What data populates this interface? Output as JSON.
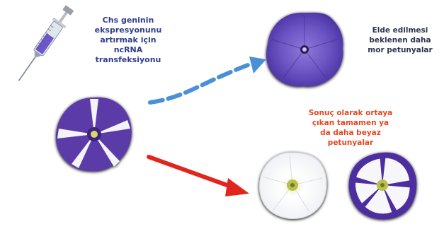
{
  "labels": {
    "top": "Chs geninin\nekspresyonunu\nartırmak için\nncRNA\ntransfeksiyonu",
    "right": "Elde edilmesi\nbeklenen daha\nmor petunyalar",
    "result": "Sonuç olarak ortaya\nçıkan tamamen ya\nda daha beyaz\npetunyalar"
  },
  "colors": {
    "purple": "#5a3aa8",
    "purple_dark": "#3d2380",
    "petal_white": "#f7f7fb",
    "blue_arrow": "#4a90d9",
    "red_arrow": "#e0261d",
    "result_text": "#e8461f",
    "syringe_liquid": "#6c56c8"
  },
  "icons": {
    "syringe": "syringe-icon",
    "flower_star": "star-petunia-icon",
    "flower_purple": "purple-petunia-icon",
    "flower_white": "white-petunia-icon",
    "flower_white_purple_edge": "white-purple-edge-petunia-icon"
  }
}
